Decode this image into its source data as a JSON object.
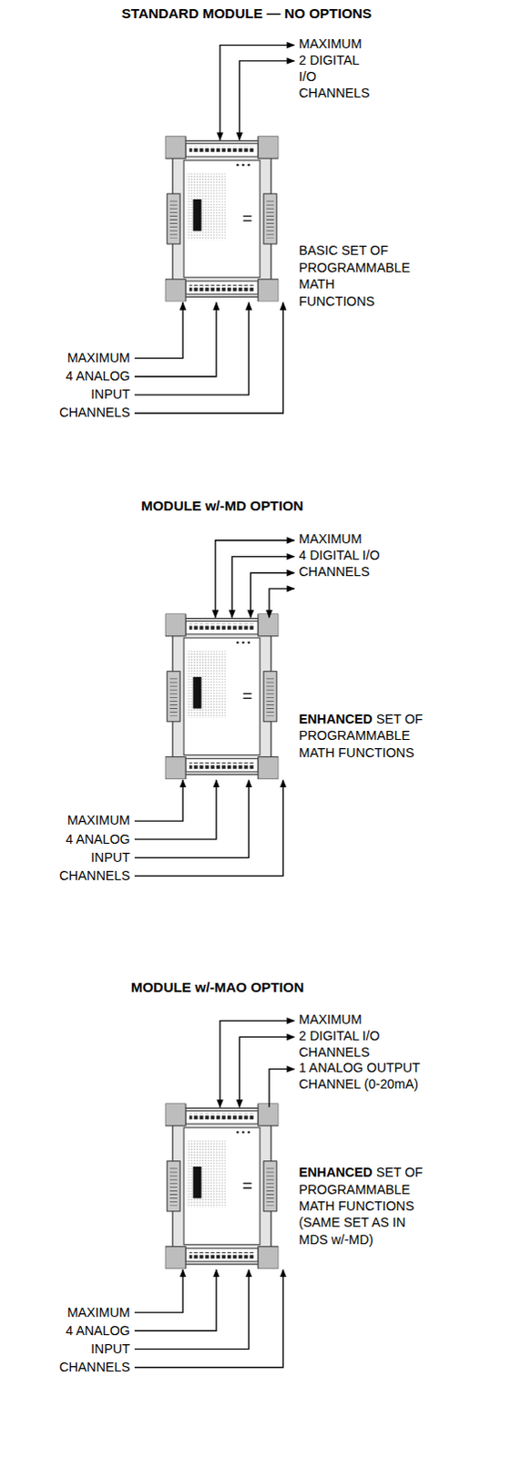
{
  "diagram": {
    "labels": [
      "STANDARD MODULE — NO OPTIONS",
      "MAXIMUM 2 DIGITAL I/O CHANNELS",
      "BASIC SET OF PROGRAMMABLE MATH FUNCTIONS",
      "MAXIMUM 4 ANALOG INPUT CHANNELS",
      "MODULE w/-MD OPTION",
      "MAXIMUM 4 DIGITAL I/O CHANNELS",
      "ENHANCED",
      "SET OF PROGRAMMABLE MATH FUNCTIONS",
      "MAXIMUM 4 ANALOG INPUT CHANNELS",
      "MODULE w/-MAO OPTION",
      "MAXIMUM 2 DIGITAL I/O CHANNELS",
      "1 ANALOG OUTPUT CHANNEL (0-20mA)",
      "ENHANCED",
      "SET OF PROGRAMMABLE MATH FUNCTIONS (SAME SET AS IN MDS w/-MD)",
      "MAXIMUM 4 ANALOG INPUT CHANNELS"
    ]
  }
}
